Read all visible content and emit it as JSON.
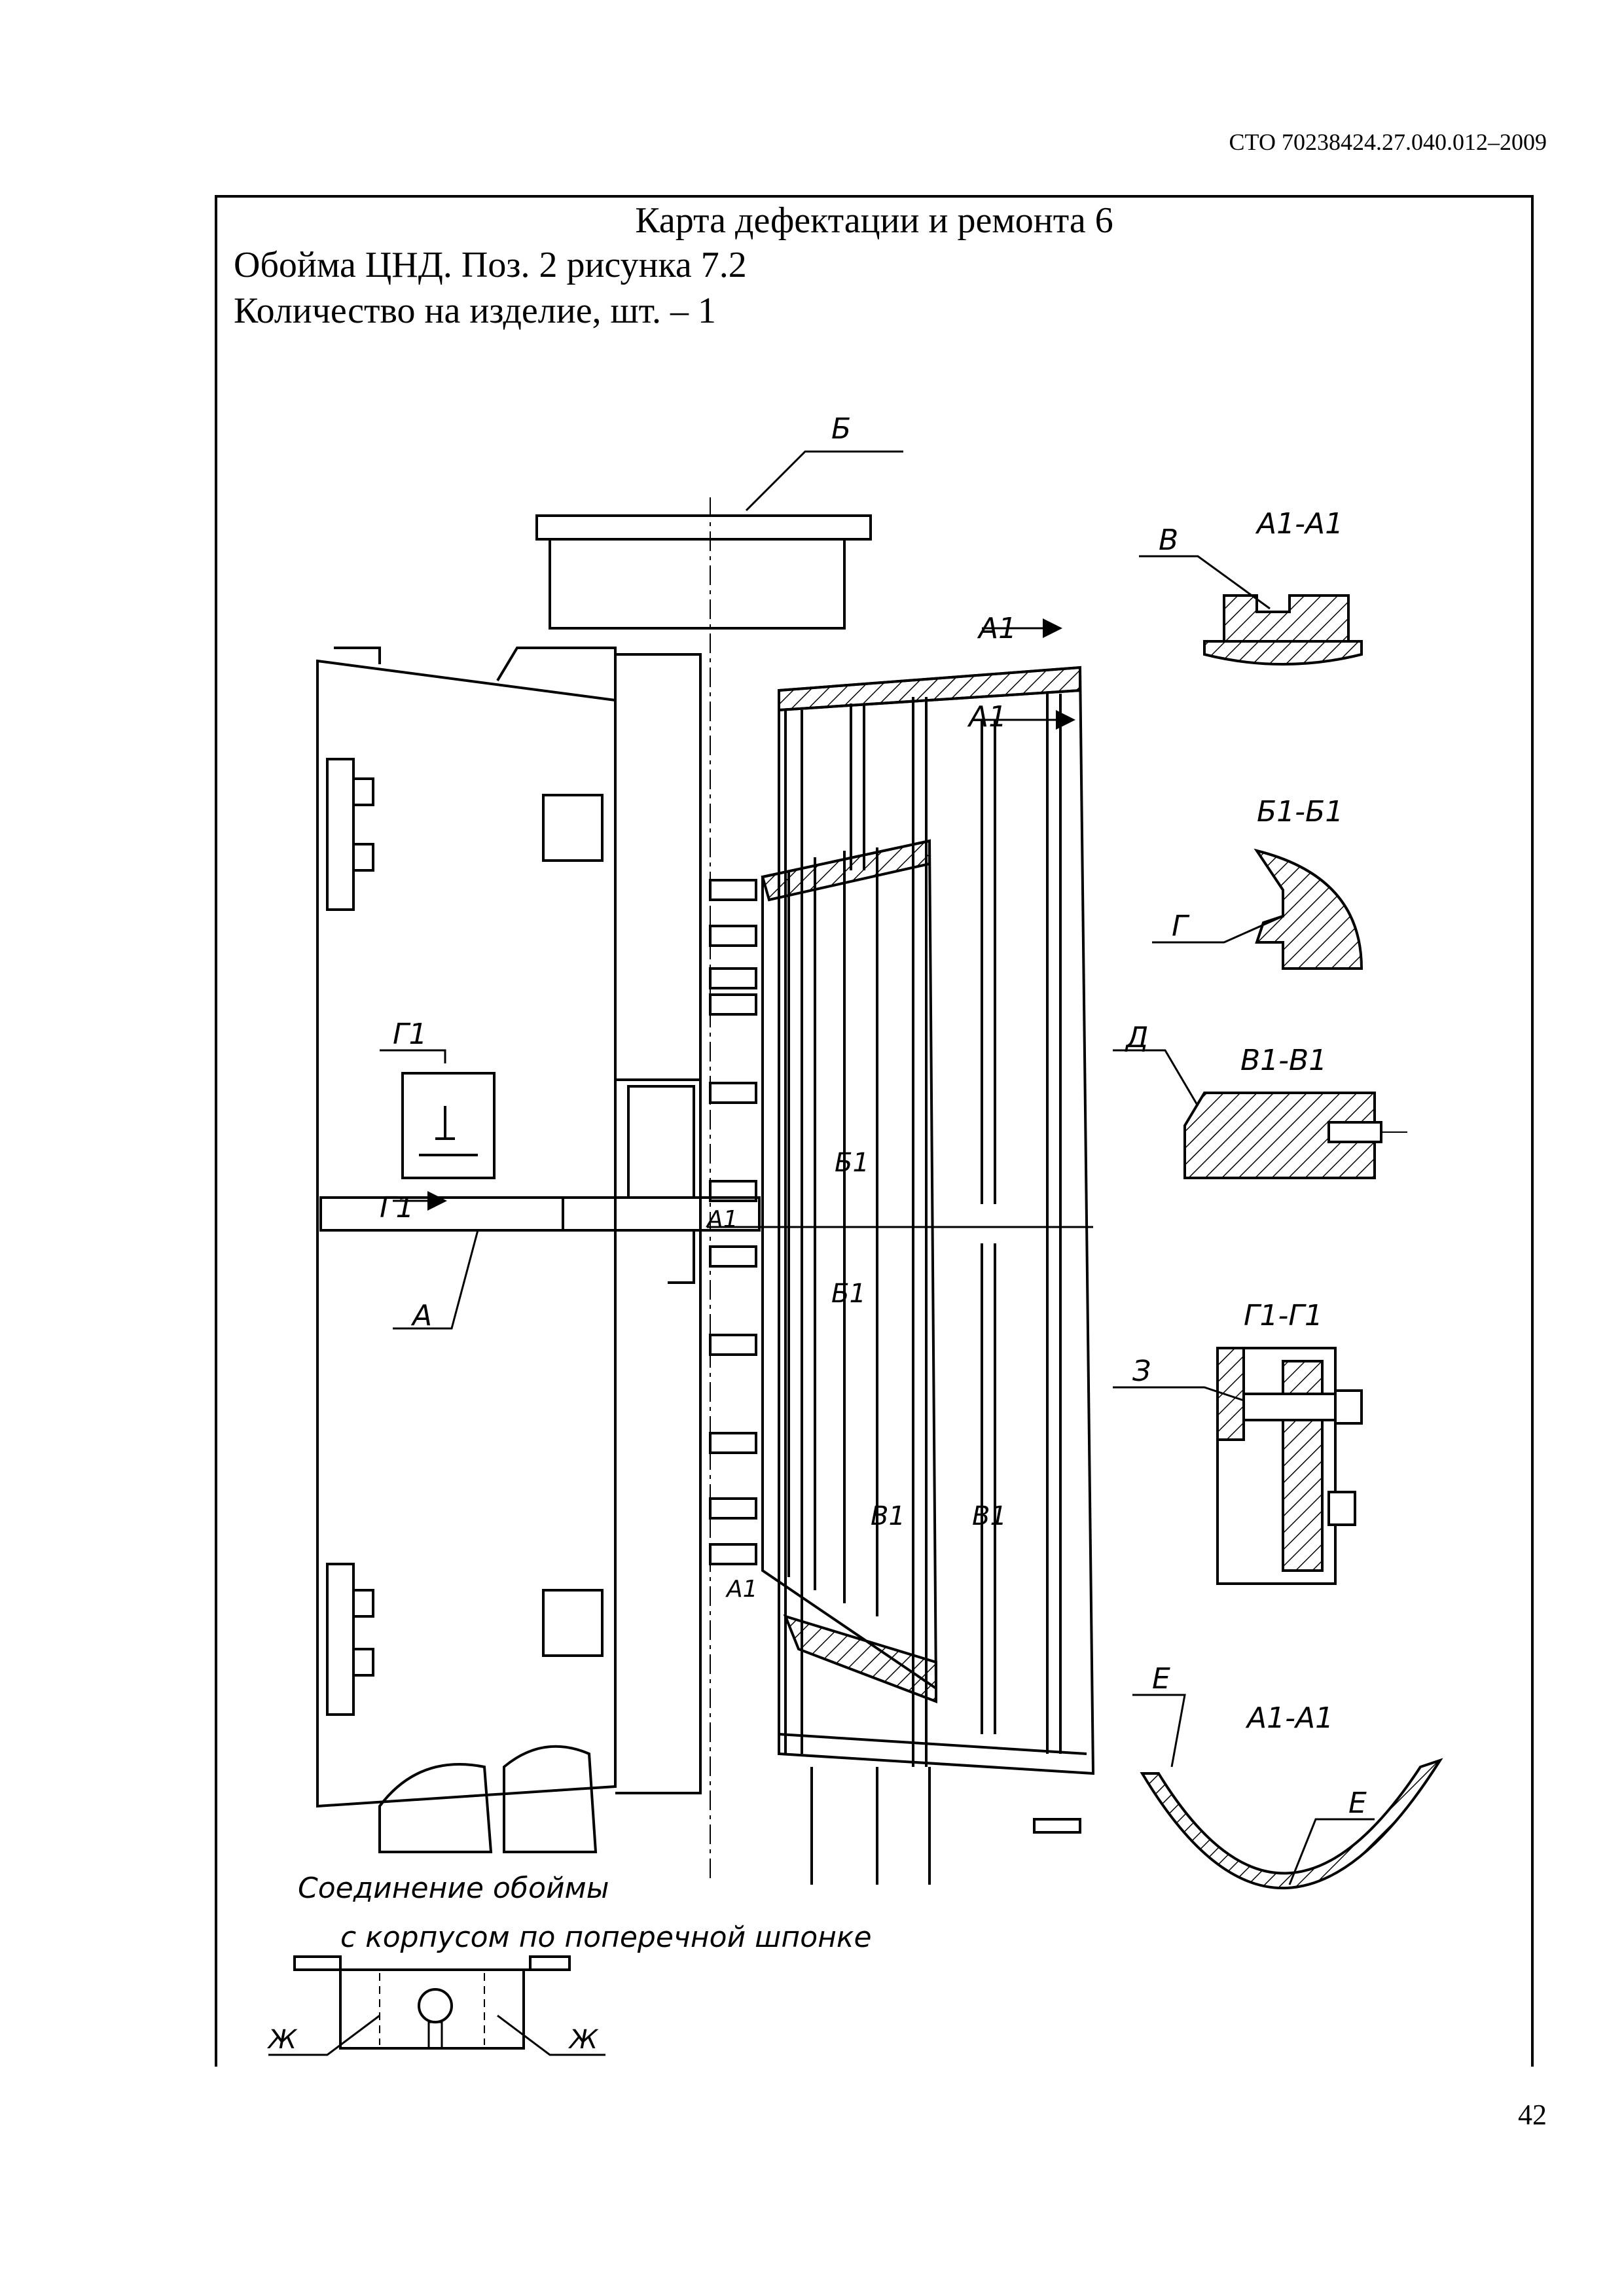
{
  "header": {
    "doc_code": "СТО 70238424.27.040.012–2009"
  },
  "card": {
    "title": "Карта дефектации и ремонта 6",
    "part": "Обойма ЦНД. Поз. 2 рисунка  7.2",
    "quantity": "Количество на изделие, шт. – 1"
  },
  "drawing": {
    "labels": {
      "B_top": "Б",
      "A": "А",
      "G1_a": "Г1",
      "G1_b": "Г1",
      "A1_top": "А1",
      "A1_mid": "А1",
      "A1_center": "А1",
      "A1_bottom": "А1",
      "B1_a": "Б1",
      "B1_b": "Б1",
      "V1_a": "В1",
      "V1_b": "В1"
    },
    "sections": {
      "s1_title": "А1-А1",
      "s1_label": "В",
      "s2_title": "Б1-Б1",
      "s2_label": "Г",
      "s3_title": "В1-В1",
      "s3_label": "Д",
      "s4_title": "Г1-Г1",
      "s4_label": "З",
      "s5_title": "А1-А1",
      "s5_label_a": "Е",
      "s5_label_b": "Е"
    },
    "connection": {
      "caption_line1": "Соединение обоймы",
      "caption_line2": "с корпусом по поперечной шпонке",
      "label_left": "Ж",
      "label_right": "Ж"
    }
  },
  "footer": {
    "page_number": "42"
  }
}
